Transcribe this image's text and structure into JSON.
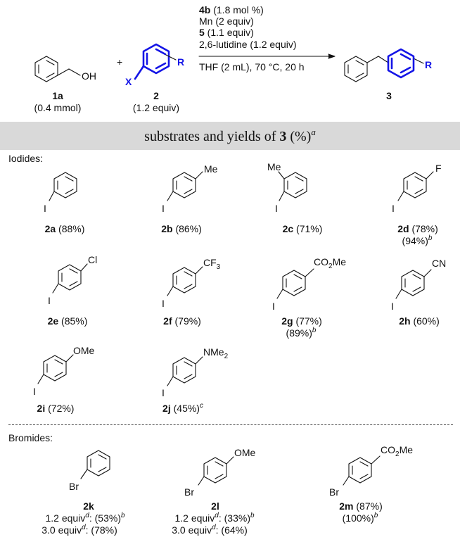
{
  "scheme": {
    "reactant1": {
      "label": "1a",
      "amount": "(0.4 mmol)",
      "group": "OH"
    },
    "plus": "+",
    "reactant2": {
      "label": "2",
      "amount": "(1.2 equiv)",
      "x_label": "X",
      "r_label": "R"
    },
    "conditions_above": [
      {
        "bold": "4b",
        "rest": " (1.8 mol %)"
      },
      {
        "bold": "",
        "rest": "Mn (2 equiv)"
      },
      {
        "bold": "5",
        "rest": " (1.1 equiv)"
      },
      {
        "bold": "",
        "rest": "2,6-lutidine (1.2 equiv)"
      }
    ],
    "conditions_below": "THF (2 mL), 70 °C, 20 h",
    "product": {
      "label": "3",
      "r_label": "R"
    }
  },
  "banner": {
    "pre": "substrates and yields of ",
    "bold": "3",
    "post": " (%)",
    "sup": "a"
  },
  "sections": {
    "iodides": "Iodides:",
    "bromides": "Bromides:"
  },
  "iodides": [
    {
      "id": "2a",
      "yield": " (88%)",
      "extra": "",
      "extra_sup": "",
      "sub_text": "",
      "sub_script": "",
      "sub_tail": "",
      "x": "I"
    },
    {
      "id": "2b",
      "yield": " (86%)",
      "extra": "",
      "extra_sup": "",
      "sub_text": "Me",
      "sub_script": "",
      "sub_tail": "",
      "x": "I"
    },
    {
      "id": "2c",
      "yield": " (71%)",
      "extra": "",
      "extra_sup": "",
      "sub_text": "Me",
      "sub_script": "",
      "sub_tail": "",
      "x": "I"
    },
    {
      "id": "2d",
      "yield": " (78%)",
      "extra": "(94%)",
      "extra_sup": "b",
      "sub_text": "F",
      "sub_script": "",
      "sub_tail": "",
      "x": "I"
    },
    {
      "id": "2e",
      "yield": " (85%)",
      "extra": "",
      "extra_sup": "",
      "sub_text": "Cl",
      "sub_script": "",
      "sub_tail": "",
      "x": "I"
    },
    {
      "id": "2f",
      "yield": " (79%)",
      "extra": "",
      "extra_sup": "",
      "sub_text": "CF",
      "sub_script": "3",
      "sub_tail": "",
      "x": "I"
    },
    {
      "id": "2g",
      "yield": " (77%)",
      "extra": "(89%)",
      "extra_sup": "b",
      "sub_text": "CO",
      "sub_script": "2",
      "sub_tail": "Me",
      "x": "I"
    },
    {
      "id": "2h",
      "yield": " (60%)",
      "extra": "",
      "extra_sup": "",
      "sub_text": "CN",
      "sub_script": "",
      "sub_tail": "",
      "x": "I"
    },
    {
      "id": "2i",
      "yield": " (72%)",
      "extra": "",
      "extra_sup": "",
      "sub_text": "OMe",
      "sub_script": "",
      "sub_tail": "",
      "x": "I"
    },
    {
      "id": "2j",
      "yield": " (45%)",
      "yield_sup": "c",
      "extra": "",
      "extra_sup": "",
      "sub_text": "NMe",
      "sub_script": "2",
      "sub_tail": "",
      "x": "I"
    }
  ],
  "bromides": [
    {
      "id": "2k",
      "sub_text": "",
      "sub_script": "",
      "sub_tail": "",
      "x": "Br",
      "line1": "1.2 equiv",
      "line1_sup": "d",
      "line1_val": ": (53%)",
      "line1_sup2": "b",
      "line2": "3.0 equiv",
      "line2_sup": "d",
      "line2_val": ": (78%)"
    },
    {
      "id": "2l",
      "sub_text": "OMe",
      "sub_script": "",
      "sub_tail": "",
      "x": "Br",
      "line1": "1.2 equiv",
      "line1_sup": "d",
      "line1_val": ": (33%)",
      "line1_sup2": "b",
      "line2": "3.0 equiv",
      "line2_sup": "d",
      "line2_val": ": (64%)"
    },
    {
      "id": "2m",
      "yield": " (87%)",
      "extra": "(100%)",
      "extra_sup": "b",
      "sub_text": "CO",
      "sub_script": "2",
      "sub_tail": "Me",
      "x": "Br"
    }
  ]
}
